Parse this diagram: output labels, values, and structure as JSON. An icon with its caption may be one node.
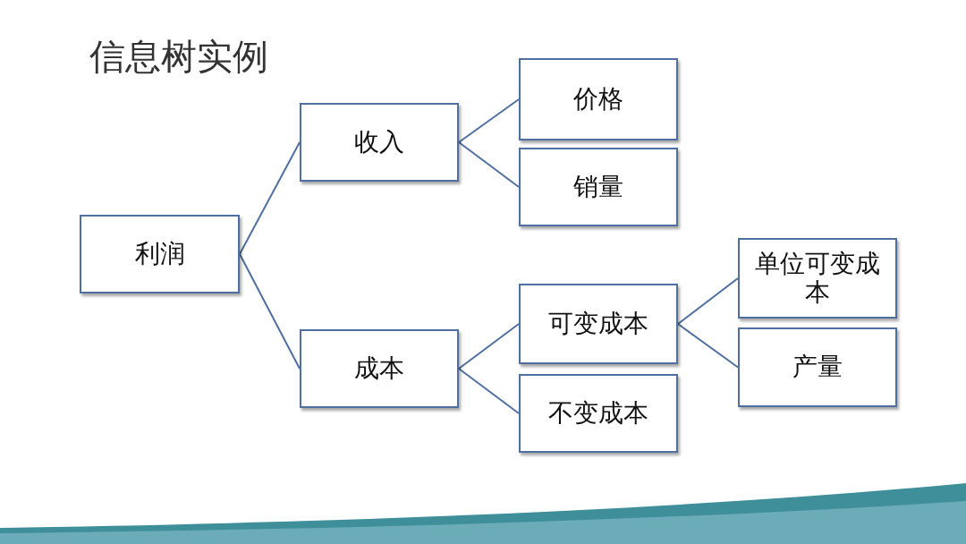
{
  "diagram": {
    "title": "信息树实例",
    "nodes": [
      {
        "text": [
          "利润"
        ]
      },
      {
        "text": [
          "收入"
        ]
      },
      {
        "text": [
          "成本"
        ]
      },
      {
        "text": [
          "价格"
        ]
      },
      {
        "text": [
          "销量"
        ]
      },
      {
        "text": [
          "可变成本"
        ]
      },
      {
        "text": [
          "不变成本"
        ]
      },
      {
        "text": [
          "单位可变成本"
        ]
      },
      {
        "text": [
          "产量"
        ]
      }
    ],
    "edges": [
      {
        "from": 0,
        "to": 1,
        "arrow": "none"
      },
      {
        "from": 0,
        "to": 2,
        "arrow": "none"
      },
      {
        "from": 1,
        "to": 3,
        "arrow": "none"
      },
      {
        "from": 1,
        "to": 4,
        "arrow": "none"
      },
      {
        "from": 2,
        "to": 5,
        "arrow": "none"
      },
      {
        "from": 2,
        "to": 6,
        "arrow": "none"
      },
      {
        "from": 5,
        "to": 7,
        "arrow": "none"
      },
      {
        "from": 5,
        "to": 8,
        "arrow": "none"
      }
    ]
  }
}
